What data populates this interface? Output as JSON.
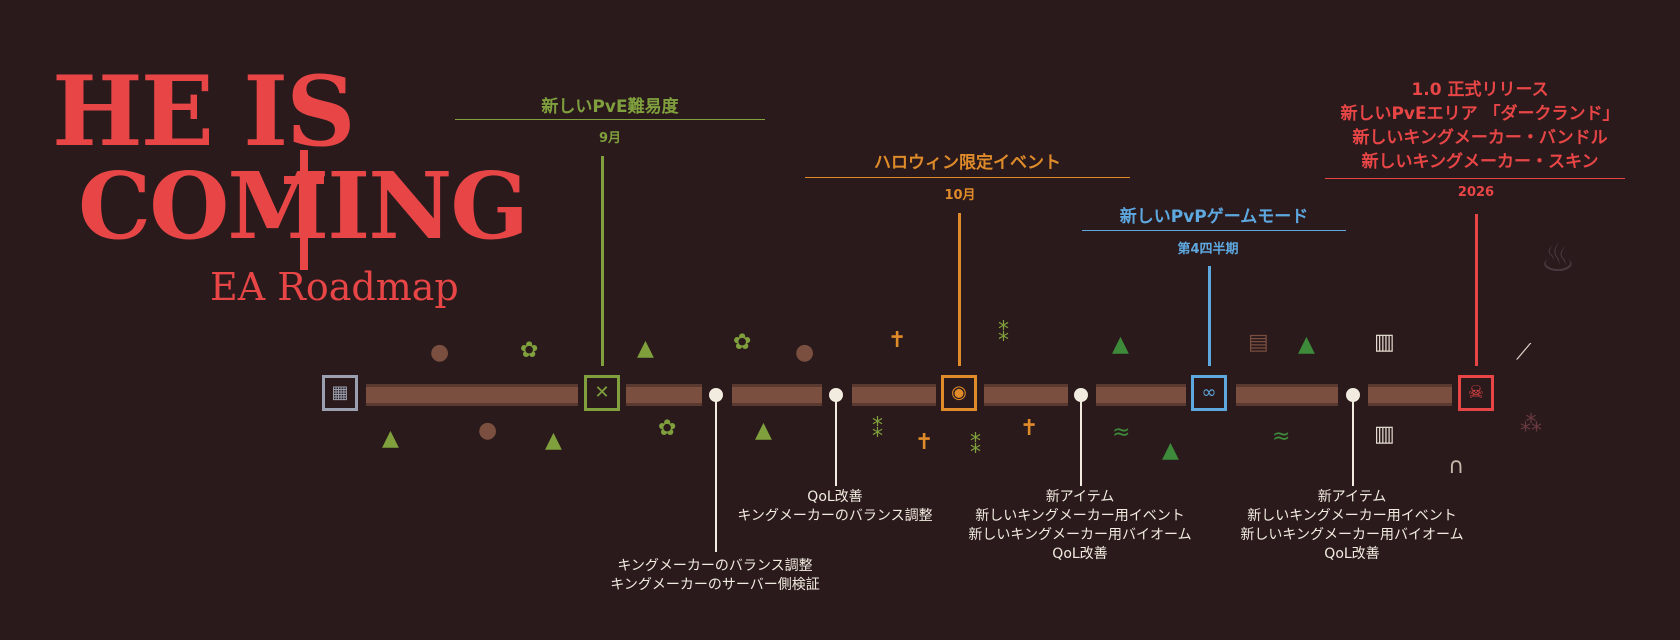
{
  "logo": {
    "line1": "HE IS",
    "line2": "COMING",
    "subtitle": "EA Roadmap"
  },
  "milestones": [
    {
      "title": "新しいPvE難易度",
      "date": "9月",
      "color": "#7fa03c"
    },
    {
      "title": "ハロウィン限定イベント",
      "date": "10月",
      "color": "#e08b2a"
    },
    {
      "title": "新しいPvPゲームモード",
      "date": "第4四半期",
      "color": "#5ea8e0"
    },
    {
      "title_lines": [
        "1.0 正式リリース",
        "新しいPvEエリア 「ダークランド」",
        "新しいキングメーカー・バンドル",
        "新しいキングメーカー・スキン"
      ],
      "date": "2026",
      "color": "#e84646"
    }
  ],
  "updates": [
    {
      "lines": [
        "キングメーカーのバランス調整",
        "キングメーカーのサーバー側検証"
      ]
    },
    {
      "lines": [
        "QoL改善",
        "キングメーカーのバランス調整"
      ]
    },
    {
      "lines": [
        "新アイテム",
        "新しいキングメーカー用イベント",
        "新しいキングメーカー用バイオーム",
        "QoL改善"
      ]
    },
    {
      "lines": [
        "新アイテム",
        "新しいキングメーカー用イベント",
        "新しいキングメーカー用バイオーム",
        "QoL改善"
      ]
    }
  ],
  "icons": {
    "start": "castle-icon",
    "pve": "crossed-swords-icon",
    "halloween": "pumpkin-icon",
    "pvp": "dragon-icon",
    "release": "skull-icon"
  }
}
